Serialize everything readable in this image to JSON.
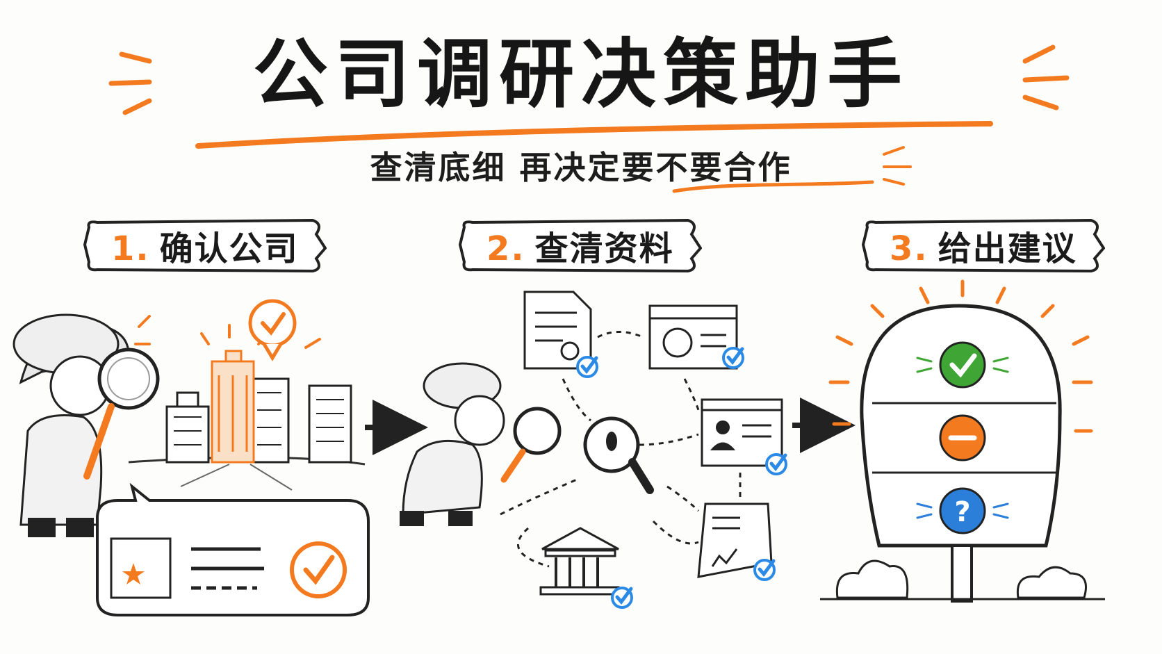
{
  "title": "公司调研决策助手",
  "subtitle": "查清底细  再决定要不要合作",
  "steps": [
    {
      "number": "1.",
      "label": "确认公司"
    },
    {
      "number": "2.",
      "label": "查清资料"
    },
    {
      "number": "3.",
      "label": "给出建议"
    }
  ],
  "colors": {
    "accent": "#f47a20",
    "check_blue": "#2b8ae6",
    "green": "#3fa535",
    "orange": "#f47a20",
    "blue": "#2b7fd9"
  },
  "icons": [
    "detective-icon",
    "magnifier-icon",
    "building-icon",
    "document-icon",
    "globe-browser-icon",
    "profile-card-icon",
    "report-chart-icon",
    "bank-icon",
    "footprint-icon",
    "traffic-sign-icon"
  ]
}
